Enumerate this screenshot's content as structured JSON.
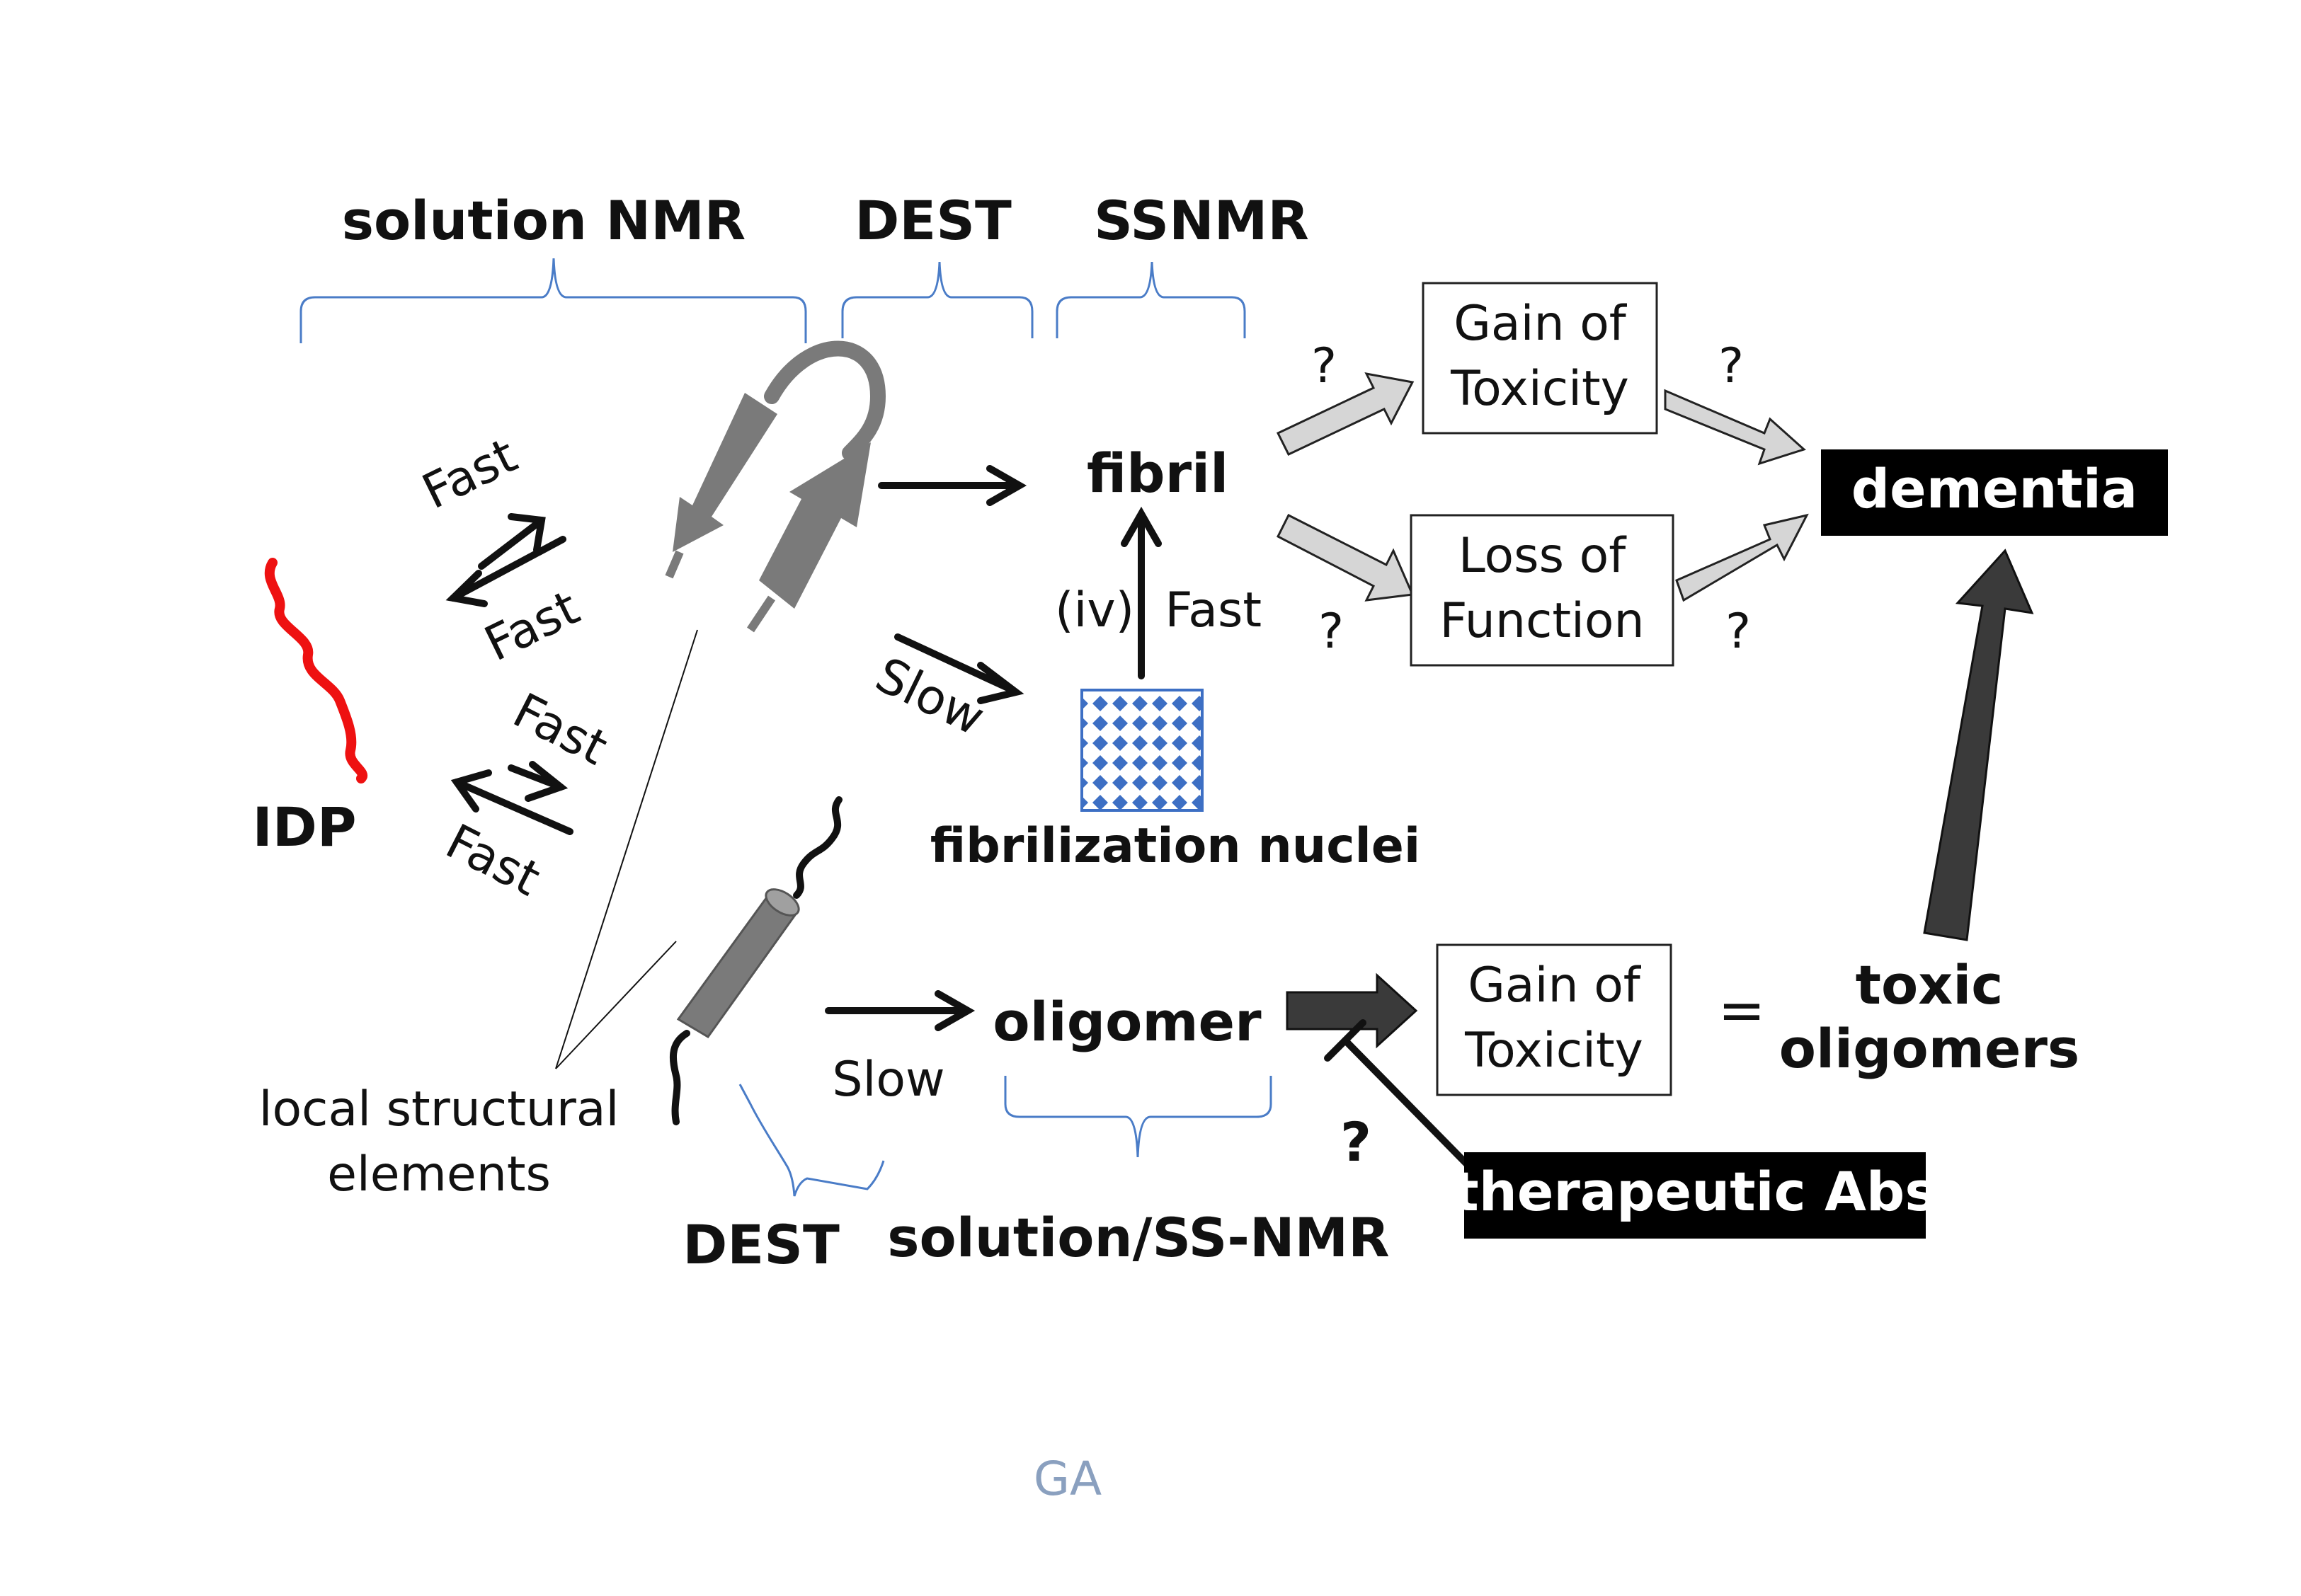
{
  "headers": {
    "solution_nmr": "solution NMR",
    "dest_top": "DEST",
    "ssnmr": "SSNMR",
    "dest_bottom": "DEST",
    "solution_ss_nmr": "solution/SS-NMR"
  },
  "species": {
    "idp": "IDP",
    "fibril": "fibril",
    "fibrilization_nuclei": "fibrilization nuclei",
    "oligomer": "oligomer",
    "local_structural_elements_line1": "local structural",
    "local_structural_elements_line2": "elements"
  },
  "rates": {
    "fast_1": "Fast",
    "fast_2": "Fast",
    "fast_3": "Fast",
    "fast_4": "Fast",
    "slow_fibril": "Slow",
    "slow_oligomer": "Slow",
    "nuclei_to_fibril": "(iv)  Fast"
  },
  "outcomes": {
    "gain_toxicity_top_line1": "Gain of",
    "gain_toxicity_top_line2": "Toxicity",
    "loss_function_line1": "Loss of",
    "loss_function_line2": "Function",
    "gain_toxicity_bottom_line1": "Gain of",
    "gain_toxicity_bottom_line2": "Toxicity",
    "dementia": "dementia",
    "equals": "=",
    "toxic_oligomers_line1": "toxic",
    "toxic_oligomers_line2": "oligomers",
    "therapeutic_abs": "therapeutic Abs"
  },
  "question_marks": {
    "q1": "?",
    "q2": "?",
    "q3": "?",
    "q4": "?",
    "q5": "?"
  },
  "footer": {
    "label": "GA"
  },
  "colors": {
    "idp_chain": "#ee1111",
    "protein_gray": "#7a7a7a",
    "bracket_blue": "#4a7cc7",
    "nuclei_blue": "#3d6fc4",
    "arrow_light": "#d6d6d6",
    "arrow_dark": "#3a3a3a",
    "footer_text": "#8aa0bf"
  }
}
